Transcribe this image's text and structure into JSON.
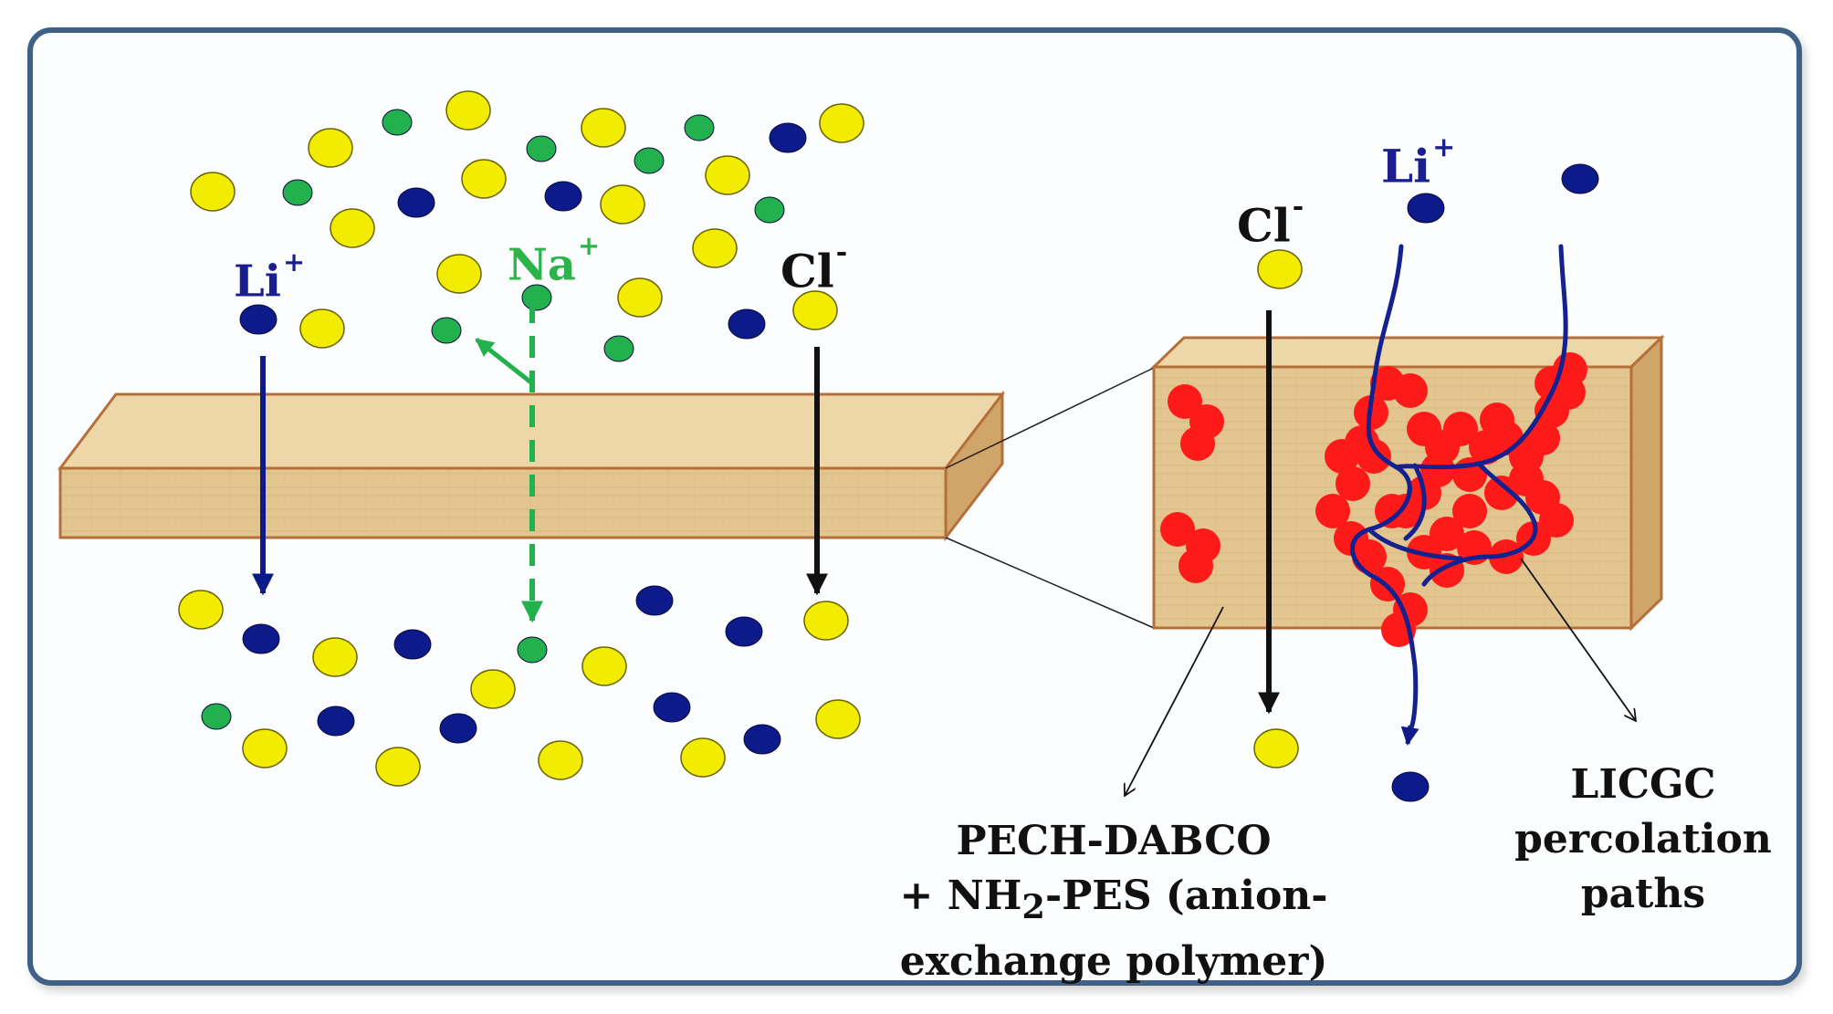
{
  "colors": {
    "li_ion": "#0d1a8a",
    "na_ion": "#22b14c",
    "cl_ion": "#f2ec00",
    "licgc_particle": "#ff1a1a",
    "membrane_fill": "#e2c58f",
    "membrane_edge": "#b5703a",
    "frame_border": "#3f6187",
    "label_li": "#1a1e8e",
    "label_na": "#2cb34a",
    "label_cl": "#111111"
  },
  "icons": {
    "li_ion": "blue-circle",
    "na_ion": "green-circle",
    "cl_ion": "yellow-circle",
    "licgc_particle": "red-blob"
  },
  "labels": {
    "li_left": {
      "symbol": "Li",
      "charge": "+"
    },
    "na_left": {
      "symbol": "Na",
      "charge": "+"
    },
    "cl_left": {
      "symbol": "Cl",
      "charge": "-"
    },
    "cl_right": {
      "symbol": "Cl",
      "charge": "-"
    },
    "li_right": {
      "symbol": "Li",
      "charge": "+"
    }
  },
  "captions": {
    "polymer_line1": "PECH-DABCO",
    "polymer_line2_prefix": "+ NH",
    "polymer_line2_sub": "2",
    "polymer_line2_suffix": "-PES (anion-",
    "polymer_line3": "exchange polymer)",
    "licgc_line1": "LICGC",
    "licgc_line2": "percolation",
    "licgc_line3": "paths"
  }
}
